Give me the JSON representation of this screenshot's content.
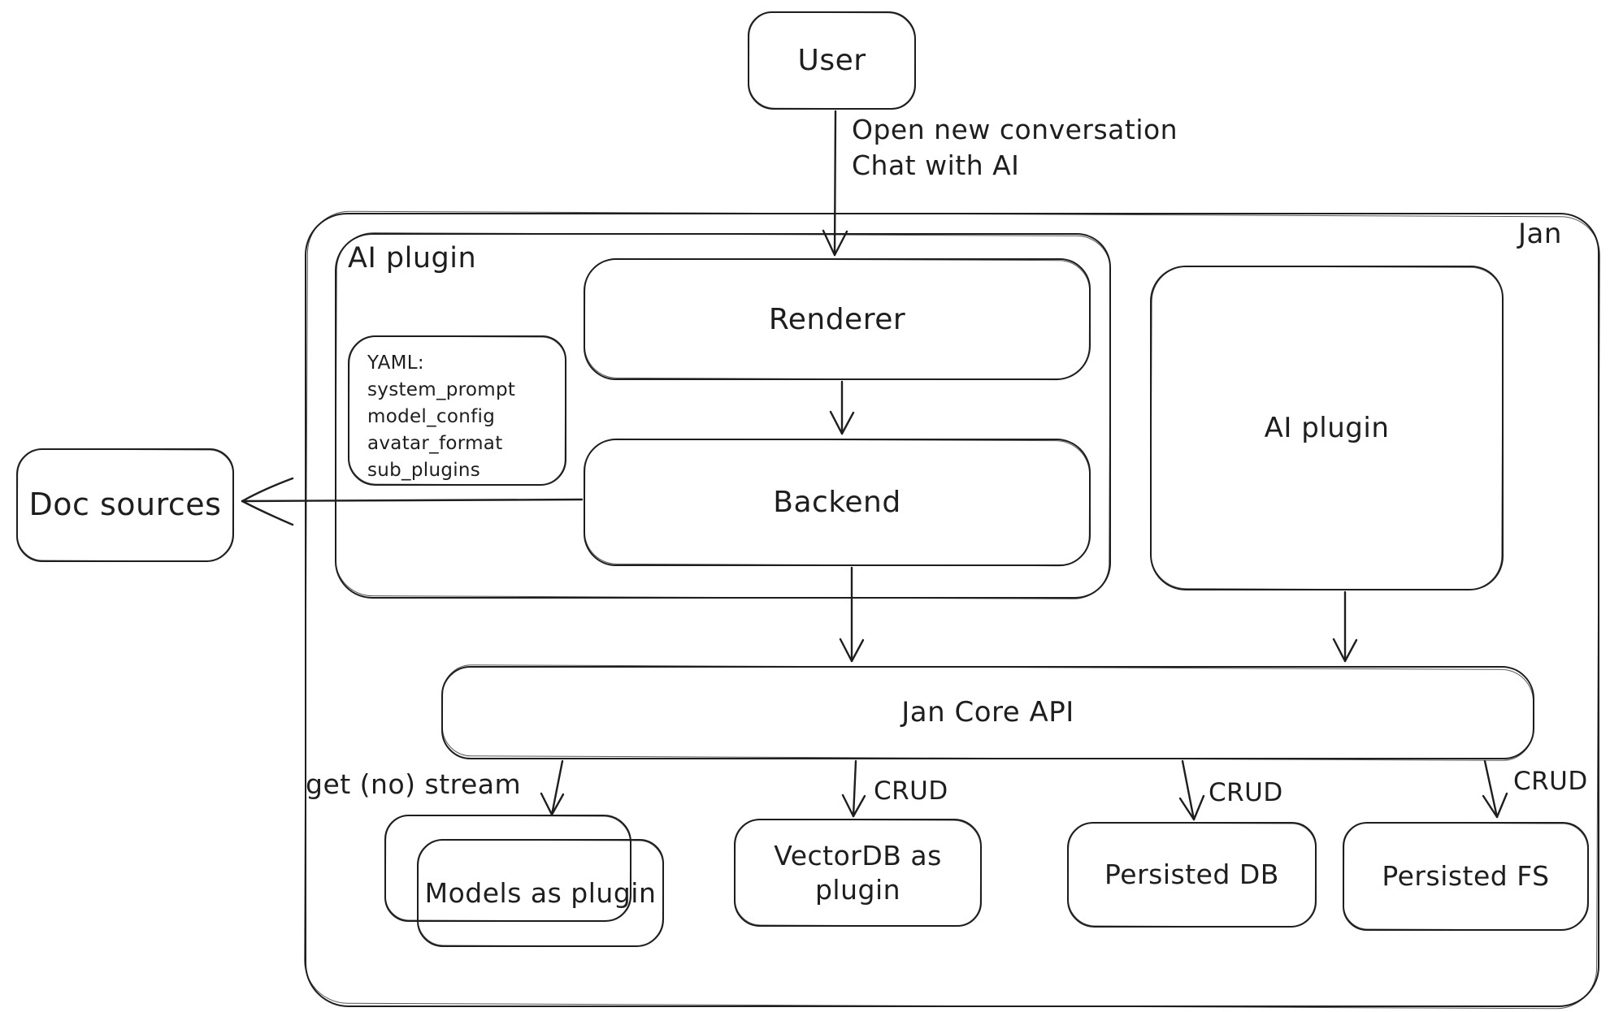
{
  "diagram": {
    "container_label": "Jan",
    "nodes": {
      "user": {
        "label": "User"
      },
      "ai_plugin_group": {
        "label": "AI plugin"
      },
      "renderer": {
        "label": "Renderer"
      },
      "backend": {
        "label": "Backend"
      },
      "yaml_note": {
        "lines": [
          "YAML:",
          "system_prompt",
          "model_config",
          "avatar_format",
          "sub_plugins"
        ]
      },
      "ai_plugin_right": {
        "label": "AI plugin"
      },
      "doc_sources": {
        "label": "Doc sources"
      },
      "jan_core_api": {
        "label": "Jan Core API"
      },
      "models_as_plugin": {
        "label": "Models as plugin"
      },
      "vectordb_as_plugin": {
        "label": "VectorDB as plugin"
      },
      "persisted_db": {
        "label": "Persisted DB"
      },
      "persisted_fs": {
        "label": "Persisted FS"
      }
    },
    "edge_labels": {
      "user_to_renderer_line1": "Open new conversation",
      "user_to_renderer_line2": "Chat with AI",
      "core_to_models": "get (no) stream",
      "core_to_vectordb": "CRUD",
      "core_to_persisted_db": "CRUD",
      "core_to_persisted_fs": "CRUD"
    },
    "colors": {
      "stroke": "#1e1e1e",
      "background": "#ffffff"
    }
  }
}
